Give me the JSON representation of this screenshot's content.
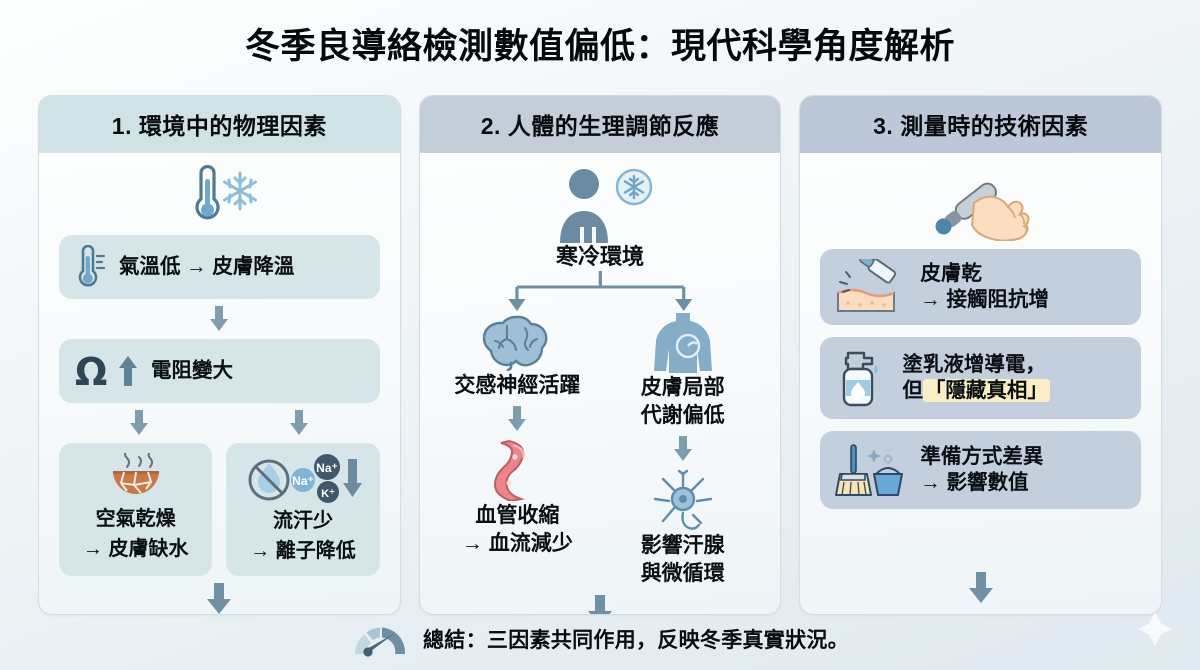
{
  "title": "冬季良導絡檢測數值偏低：現代科學角度解析",
  "columns": [
    {
      "header": "1. 環境中的物理因素",
      "hero_icon": "thermometer-snowflake-icon",
      "steps": [
        {
          "icon": "thermometer-icon",
          "text": "氣溫低 → 皮膚降溫"
        },
        {
          "icon": "omega-up-arrow-icon",
          "text": "電阻變大"
        }
      ],
      "split": [
        {
          "icon": "cracked-dry-earth-icon",
          "line1": "空氣乾燥",
          "line2": "→ 皮膚缺水"
        },
        {
          "icon": "no-sweat-ions-icon",
          "line1": "流汗少",
          "line2": "→ 離子降低",
          "ions": [
            "Na⁺",
            "Na⁺",
            "K⁺"
          ]
        }
      ]
    },
    {
      "header": "2. 人體的生理調節反應",
      "hero_icon": "person-snowflake-icon",
      "root_label": "寒冷環境",
      "branches": [
        {
          "icon": "brain-icon",
          "label": "交感神經活躍",
          "child_icon": "blood-vessel-icon",
          "child_label_line1": "血管收縮",
          "child_label_line2": "→ 血流減少"
        },
        {
          "icon": "torso-skin-icon",
          "label_line1": "皮膚局部",
          "label_line2": "代謝偏低",
          "child_icon": "neuron-sweat-gland-icon",
          "child_label_line1": "影響汗腺",
          "child_label_line2": "與微循環"
        }
      ]
    },
    {
      "header": "3. 測量時的技術因素",
      "hero_icon": "hand-holding-probe-icon",
      "items": [
        {
          "icon": "probe-on-skin-icon",
          "line1": "皮膚乾",
          "line2": "→ 接觸阻抗增"
        },
        {
          "icon": "lotion-bottle-icon",
          "line1": "塗乳液增導電，",
          "line2_prefix": "但",
          "line2_highlight": "「隱藏真相」"
        },
        {
          "icon": "broom-bucket-icon",
          "line1": "準備方式差異",
          "line2": "→ 影響數值"
        }
      ]
    }
  ],
  "summary": {
    "icon": "gauge-icon",
    "text": "總結：三因素共同作用，反映冬季真實狀況。"
  },
  "colors": {
    "header1": "#cfe2e5",
    "header2": "#c3ced9",
    "header3": "#bcc8d8",
    "pill_teal": "#d6e5e8",
    "pill_blue": "#c3cfdd",
    "highlight": "#fbeec4",
    "arrow": "#6f8fa3",
    "accent_blue": "#5b87a8"
  }
}
